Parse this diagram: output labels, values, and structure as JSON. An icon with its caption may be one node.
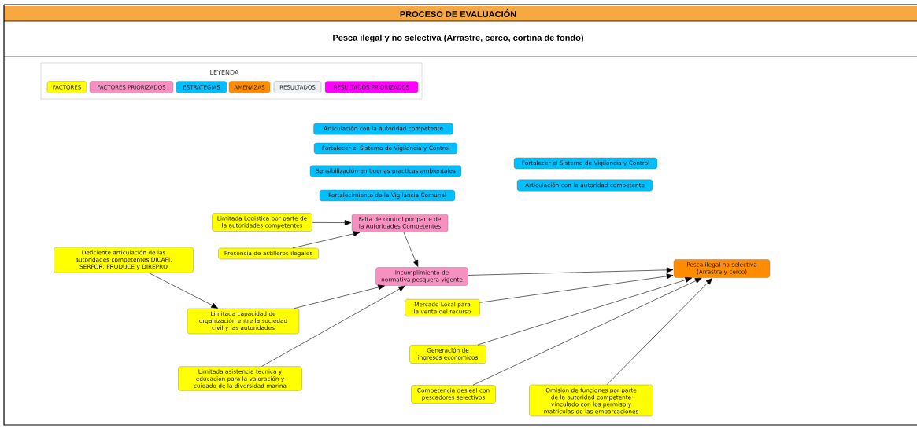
{
  "diagram": {
    "title": "PROCESO DE EVALUACIÓN",
    "nodes": [
      {
        "text": [
          "Articulación con la autoridad competente"
        ]
      },
      {
        "text": [
          "Fortalecer el Sistema de Vigilancia y Control"
        ]
      },
      {
        "text": [
          "Sensibilización en buenas practicas ambientales"
        ]
      },
      {
        "text": [
          "Fortalecimiento de la Vigilancia Comunal"
        ]
      },
      {
        "text": [
          "Fortalecer el Sistema de Vigilancia y Control"
        ]
      },
      {
        "text": [
          "Articulación con la autoridad competente"
        ]
      },
      {
        "text": [
          "Limitada Logistica por parte de la autoridades competentes"
        ]
      },
      {
        "text": [
          "Falta de control por parte de la Autoridades Competentes"
        ]
      },
      {
        "text": [
          "Presencia de astilleros ilegales"
        ]
      },
      {
        "text": [
          "Deficiente articulación de las autoridades competentes DICAPI, SERFOR, PRODUCE y DIREPRO"
        ]
      },
      {
        "text": [
          "Incumplimiento de normativa pesquera vigente"
        ]
      },
      {
        "text": [
          "Pesca ilegal no selectiva (Arrastre y cerco)"
        ]
      },
      {
        "text": [
          "Limitada capacidad de organización entre la sociedad civil y las autoridades"
        ]
      },
      {
        "text": [
          "Mercado Local para la venta del recurso"
        ]
      },
      {
        "text": [
          "Generación de ingresos economicos"
        ]
      },
      {
        "text": [
          "Limitada asistencia tecnica y educación para la valoración y cuidado de la diversidad marina"
        ]
      },
      {
        "text": [
          "Competencia desleal con pescadores selectivos"
        ]
      },
      {
        "text": [
          "Omisión de funciones por parte de la autoridad competente vinculado con los permiso y matriculas de las embarcaciones"
        ]
      }
    ],
    "edges": [
      {
        "from": 6,
        "to": 7,
        "arrow": "to"
      },
      {
        "from": 8,
        "to": 7,
        "arrow": "to"
      },
      {
        "from": 7,
        "to": 10,
        "arrow": "to"
      },
      {
        "from": 9,
        "to": 12,
        "arrow": "to"
      },
      {
        "from": 12,
        "to": 10,
        "arrow": "to"
      },
      {
        "from": 15,
        "to": 10,
        "arrow": "to"
      },
      {
        "from": 10,
        "to": 11,
        "arrow": "to"
      },
      {
        "from": 13,
        "to": 11,
        "arrow": "to"
      },
      {
        "from": 14,
        "to": 11,
        "arrow": "to"
      },
      {
        "from": 16,
        "to": 11,
        "arrow": "to"
      },
      {
        "from": 17,
        "to": 11,
        "arrow": "to"
      }
    ],
    "labels": [
      "Pesca ilegal y no selectiva (Arrastre, cerco, cortina de fondo)",
      "LEYENDA"
    ],
    "legend": [
      {
        "text": "FACTORES",
        "color": "#ffff00"
      },
      {
        "text": "FACTORES PRIORIZADOS",
        "color": "#f78fc0"
      },
      {
        "text": "ESTRATEGIAS",
        "color": "#00bfff"
      },
      {
        "text": "AMENAZAS",
        "color": "#ff8c00"
      },
      {
        "text": "RESULTADOS",
        "color": "#eef2f5"
      },
      {
        "text": "RESULTADOS PRIORIZADOS",
        "color": "#ff00ff"
      }
    ]
  }
}
